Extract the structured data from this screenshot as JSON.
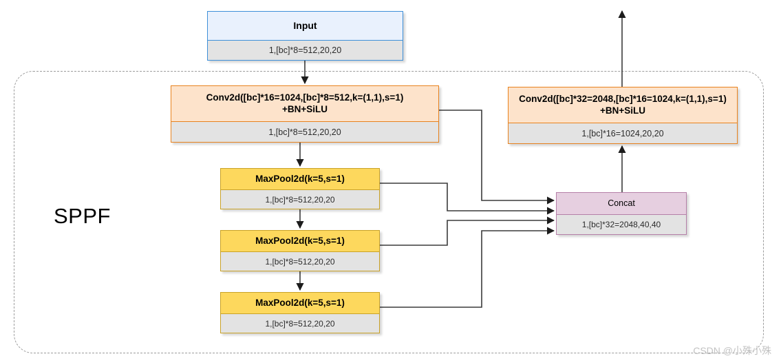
{
  "diagram": {
    "group": {
      "label": "SPPF"
    },
    "watermark": "CSDN @小殊小殊",
    "colors": {
      "blue_border": "#3d8fd8",
      "blue_fill": "#e9f1fd",
      "orange_border": "#e8821e",
      "orange_fill": "#fde3cb",
      "yellow_border": "#c9a227",
      "yellow_fill": "#fdd85d",
      "pink_border": "#b57fa8",
      "pink_fill": "#e6cfe0",
      "body_fill": "#e3e3e3",
      "wire": "#3a3a3a",
      "group_border": "#9a9a9a"
    },
    "nodes": {
      "input": {
        "title": "Input",
        "shape": "1,[bc]*8=512,20,20"
      },
      "conv_in": {
        "title": "Conv2d([bc]*16=1024,[bc]*8=512,k=(1,1),s=1)",
        "title_line2": "+BN+SiLU",
        "shape": "1,[bc]*8=512,20,20"
      },
      "conv_out": {
        "title": "Conv2d([bc]*32=2048,[bc]*16=1024,k=(1,1),s=1)",
        "title_line2": "+BN+SiLU",
        "shape": "1,[bc]*16=1024,20,20"
      },
      "pool_1": {
        "title": "MaxPool2d(k=5,s=1)",
        "shape": "1,[bc]*8=512,20,20"
      },
      "pool_2": {
        "title": "MaxPool2d(k=5,s=1)",
        "shape": "1,[bc]*8=512,20,20"
      },
      "pool_3": {
        "title": "MaxPool2d(k=5,s=1)",
        "shape": "1,[bc]*8=512,20,20"
      },
      "concat": {
        "title": "Concat",
        "shape": "1,[bc]*32=2048,40,40"
      }
    }
  }
}
